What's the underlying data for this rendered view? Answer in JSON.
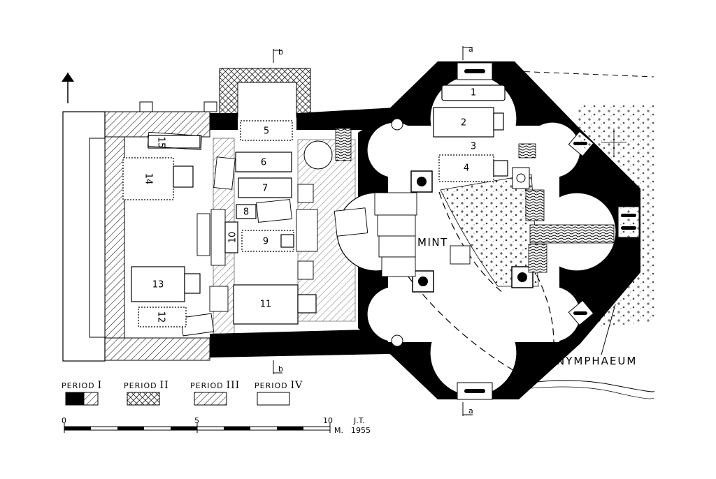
{
  "labels": {
    "mint": "MINT",
    "nymphaeum": "NYMPHAEUM",
    "section_a": "a",
    "section_b": "b",
    "signature": "J.T.",
    "year": "1955"
  },
  "legend": {
    "period_word": "PERIOD",
    "periods": [
      "I",
      "II",
      "III",
      "IV"
    ]
  },
  "scale": {
    "ticks": [
      "0",
      "5",
      "10"
    ],
    "unit": "M."
  },
  "tombs": [
    "1",
    "2",
    "3",
    "4",
    "5",
    "6",
    "7",
    "8",
    "9",
    "10",
    "11",
    "12",
    "13",
    "14",
    "15"
  ]
}
